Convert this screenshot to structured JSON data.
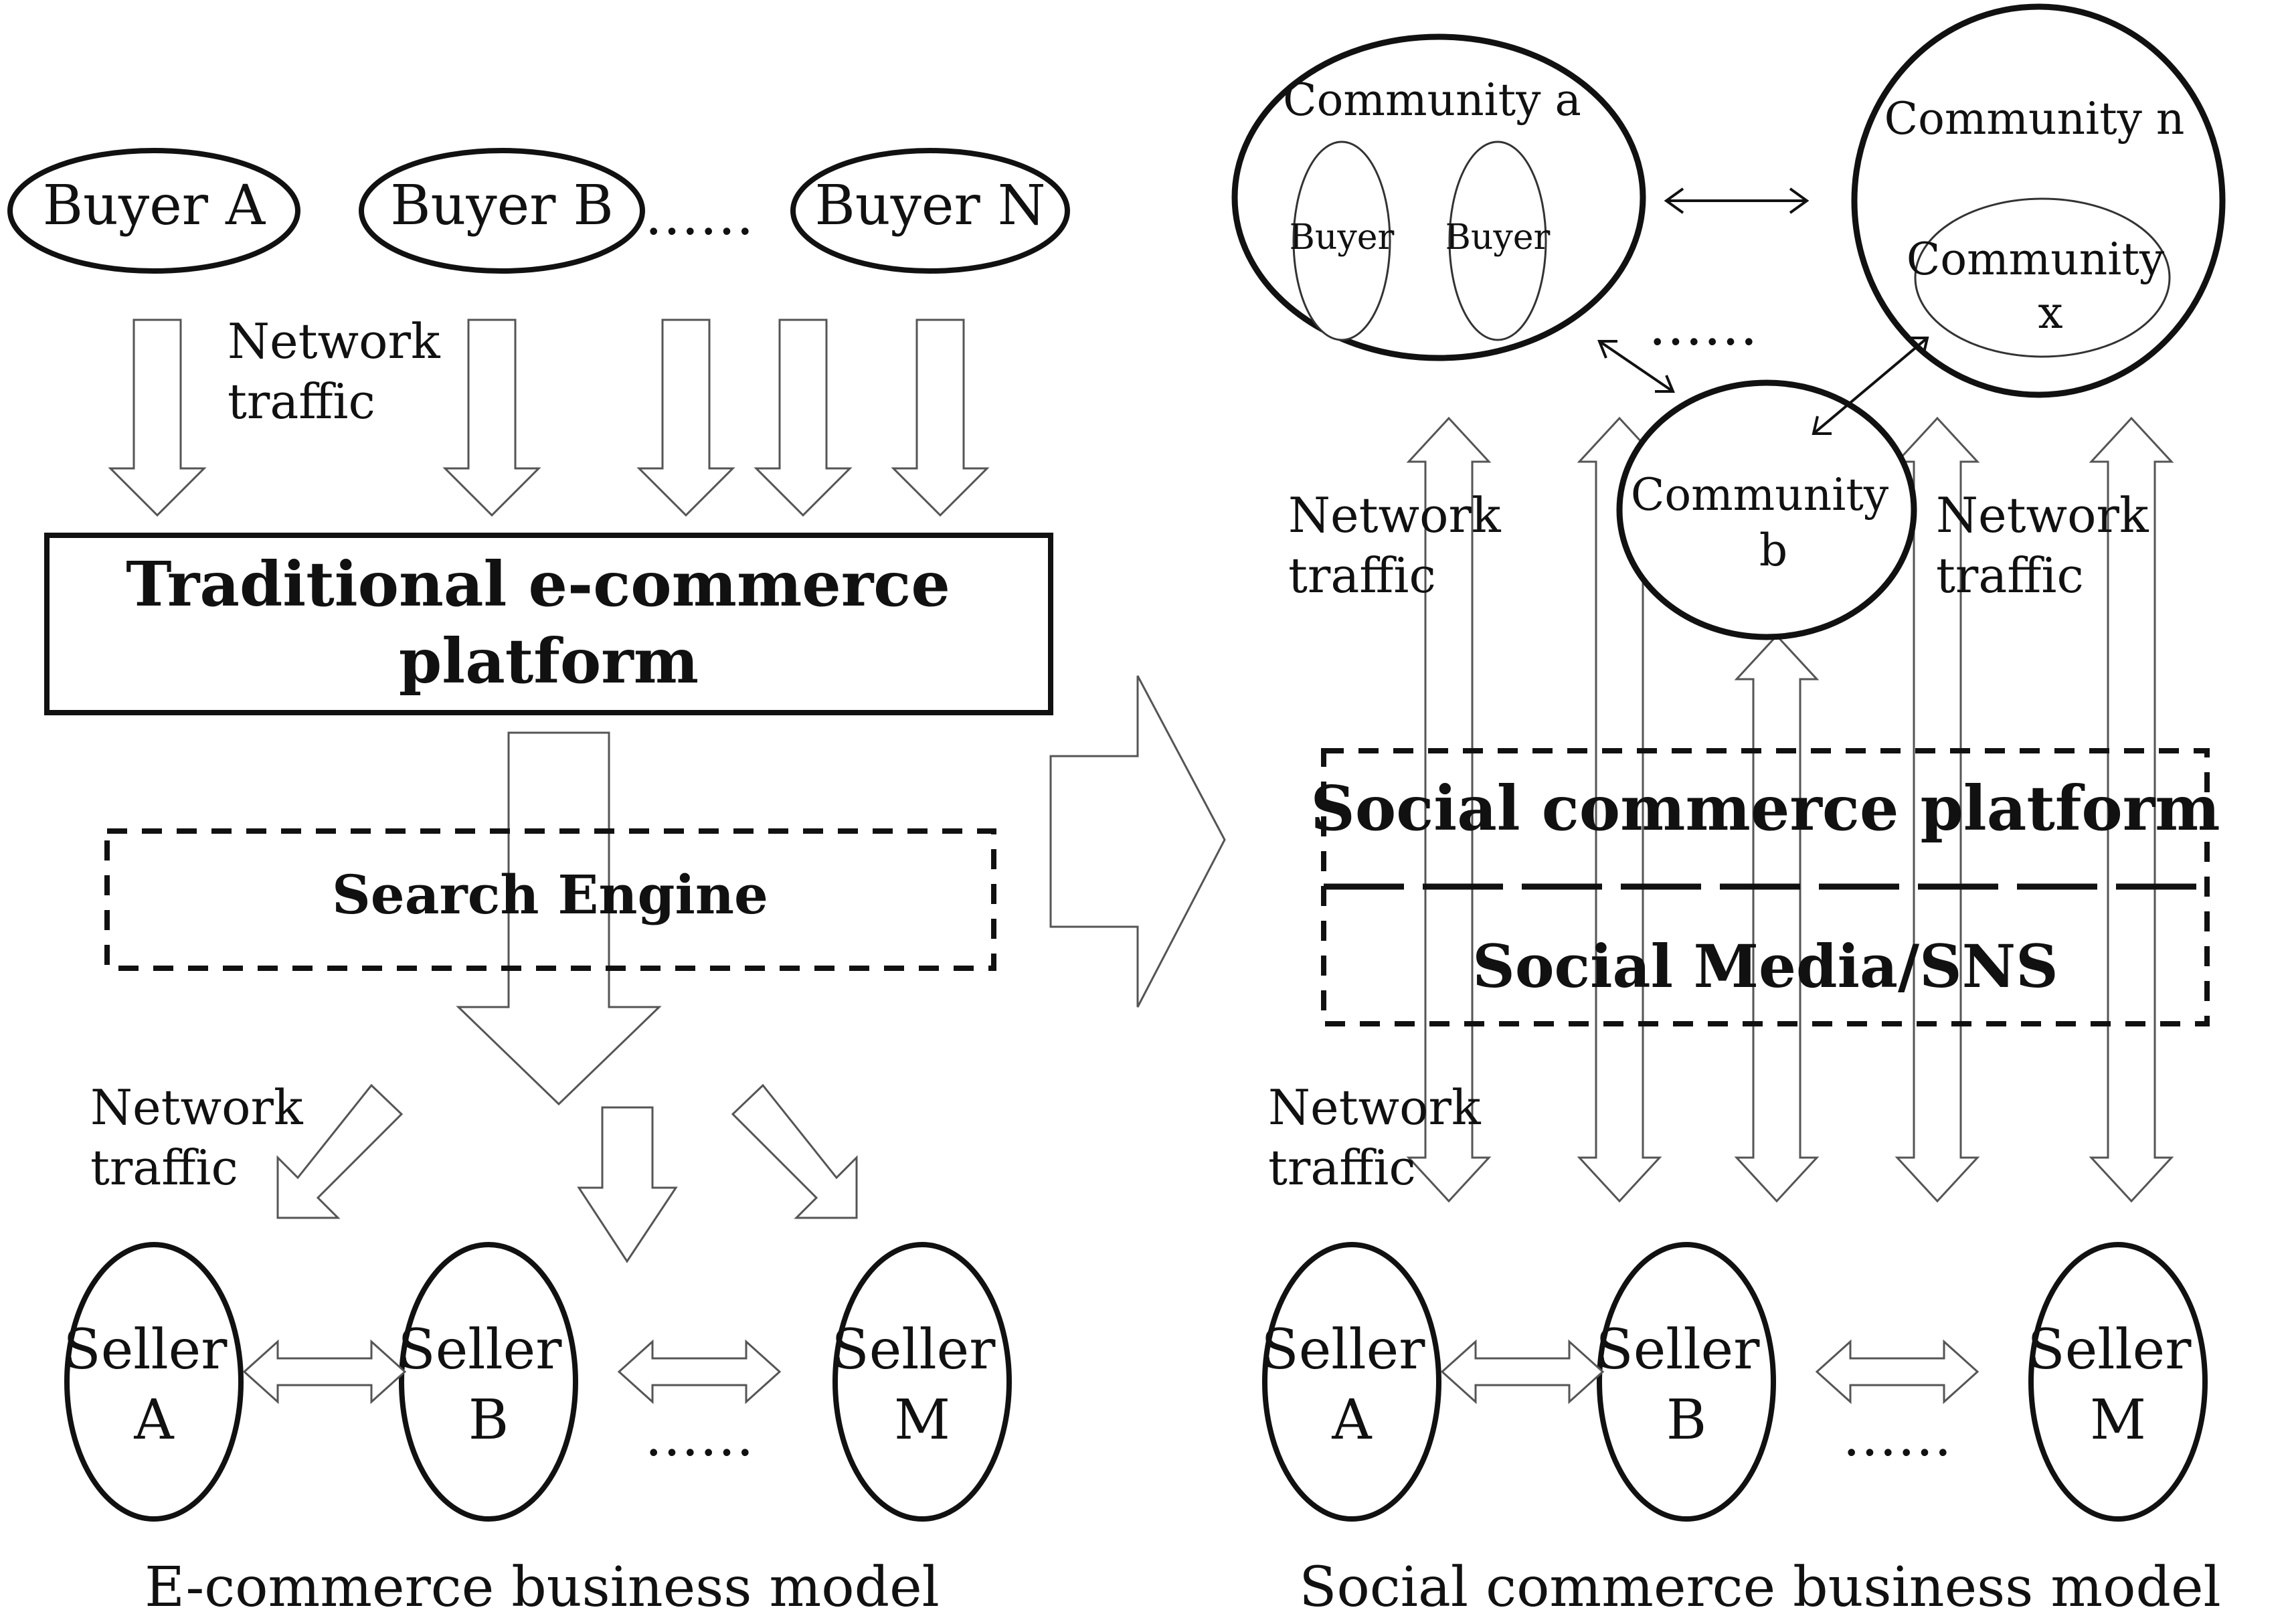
{
  "left_model": {
    "buyers": [
      "Buyer A",
      "Buyer B",
      "Buyer N"
    ],
    "buyers_ellipsis": "……",
    "traffic_top": [
      "Network",
      "traffic"
    ],
    "platform": [
      "Traditional e-commerce",
      "platform"
    ],
    "search_engine": "Search Engine",
    "traffic_bottom": [
      "Network",
      "traffic"
    ],
    "sellers": [
      {
        "line1": "Seller",
        "line2": "A"
      },
      {
        "line1": "Seller",
        "line2": "B"
      },
      {
        "line1": "Seller",
        "line2": "M"
      }
    ],
    "sellers_ellipsis": "……",
    "caption": "E-commerce business model"
  },
  "right_model": {
    "community_a": "Community a",
    "buyer_left": "Buyer",
    "buyer_right": "Buyer",
    "community_n": "Community n",
    "community_x": [
      "Community",
      "x"
    ],
    "community_b": [
      "Community",
      "b"
    ],
    "communities_ellipsis": "……",
    "traffic_left": [
      "Network",
      "traffic"
    ],
    "traffic_right": [
      "Network",
      "traffic"
    ],
    "platform": "Social commerce platform",
    "social_media": "Social Media/SNS",
    "traffic_bottom": [
      "Network",
      "traffic"
    ],
    "sellers": [
      {
        "line1": "Seller",
        "line2": "A"
      },
      {
        "line1": "Seller",
        "line2": "B"
      },
      {
        "line1": "Seller",
        "line2": "M"
      }
    ],
    "sellers_ellipsis": "……",
    "caption": "Social commerce business model"
  }
}
